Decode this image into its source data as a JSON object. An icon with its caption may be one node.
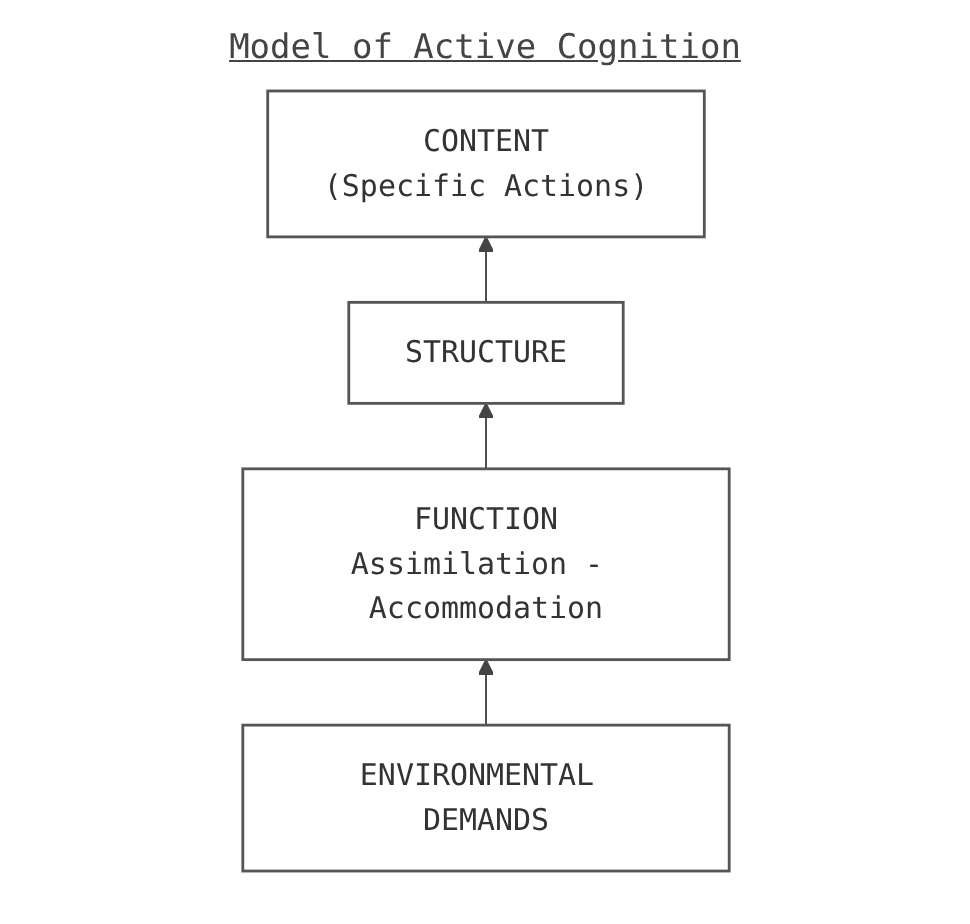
{
  "diagram": {
    "title": "Model of Active Cognition",
    "nodes": [
      {
        "text": [
          "CONTENT",
          "(Specific Actions)"
        ]
      },
      {
        "text": [
          "STRUCTURE"
        ]
      },
      {
        "text": [
          "FUNCTION",
          "Assimilation - Accommodation"
        ]
      },
      {
        "text": [
          "ENVIRONMENTAL DEMANDS"
        ]
      }
    ],
    "edges": [
      {
        "from": 1,
        "to": 0,
        "arrow": "to"
      },
      {
        "from": 2,
        "to": 1,
        "arrow": "to"
      },
      {
        "from": 3,
        "to": 2,
        "arrow": "to"
      }
    ]
  }
}
